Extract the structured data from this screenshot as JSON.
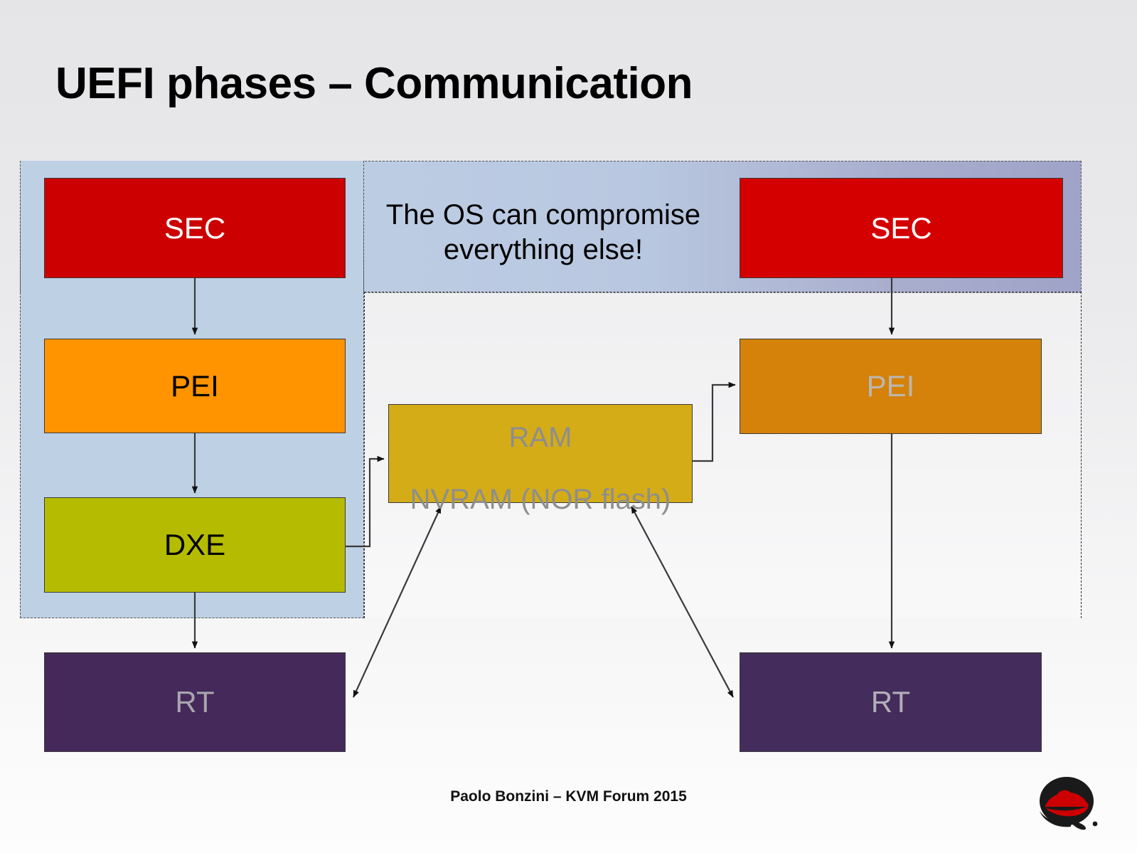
{
  "slide": {
    "title": "UEFI phases – Communication",
    "footer": "Paolo Bonzini – KVM Forum 2015",
    "logo_name": "red-hat-shadowman-logo"
  },
  "annotation": {
    "line1": "The OS can compromise",
    "line2": "everything else!"
  },
  "regions": {
    "firmware_label": "firmware-trust-region",
    "left_stack_label": "left-boot-chain-region",
    "os_label": "os-controlled-region"
  },
  "boxes": {
    "sec_left": {
      "label": "SEC",
      "fill": "#CC0000",
      "text_color": "#FFFFFF"
    },
    "pei_left": {
      "label": "PEI",
      "fill": "#FF9300",
      "text_color": "#000000"
    },
    "dxe_left": {
      "label": "DXE",
      "fill": "#B5BC00",
      "text_color": "#000000"
    },
    "rt_left": {
      "label": "RT",
      "fill": "#44295A",
      "text_color": "#A9A5AE"
    },
    "sec_right": {
      "label": "SEC",
      "fill": "#D40000",
      "text_color": "#FFFFFF"
    },
    "pei_right": {
      "label": "PEI",
      "fill": "#D4820A",
      "text_color": "#BDB6AE"
    },
    "rt_right": {
      "label": "RT",
      "fill": "#442C5C",
      "text_color": "#B3AEB8"
    },
    "ram": {
      "line1": "RAM",
      "line2": "NVRAM (NOR flash)",
      "fill": "#D4AC17",
      "text_color": "#8E8E8E"
    }
  },
  "connectors": [
    {
      "name": "sec-left-to-pei-left",
      "type": "arrow-down"
    },
    {
      "name": "pei-left-to-dxe-left",
      "type": "arrow-down"
    },
    {
      "name": "dxe-left-to-rt-left",
      "type": "arrow-down"
    },
    {
      "name": "dxe-left-to-ram",
      "type": "elbow-arrow-right"
    },
    {
      "name": "ram-to-pei-right",
      "type": "elbow-arrow-right"
    },
    {
      "name": "sec-right-to-pei-right",
      "type": "arrow-down"
    },
    {
      "name": "pei-right-to-rt-right",
      "type": "arrow-down"
    },
    {
      "name": "rt-left-to-ram",
      "type": "double-arrow"
    },
    {
      "name": "ram-to-rt-right",
      "type": "double-arrow"
    }
  ],
  "colors": {
    "background_top": "#E5E5E7",
    "background_bottom": "#FDFDFD",
    "firmware_region_left": "#BDCDE4",
    "firmware_region_right": "#9FA3C7",
    "left_stack_region": "#BED0E4",
    "connector_stroke": "#3A3A3A",
    "logo_black": "#1A1A1A",
    "logo_red": "#CC0000"
  }
}
